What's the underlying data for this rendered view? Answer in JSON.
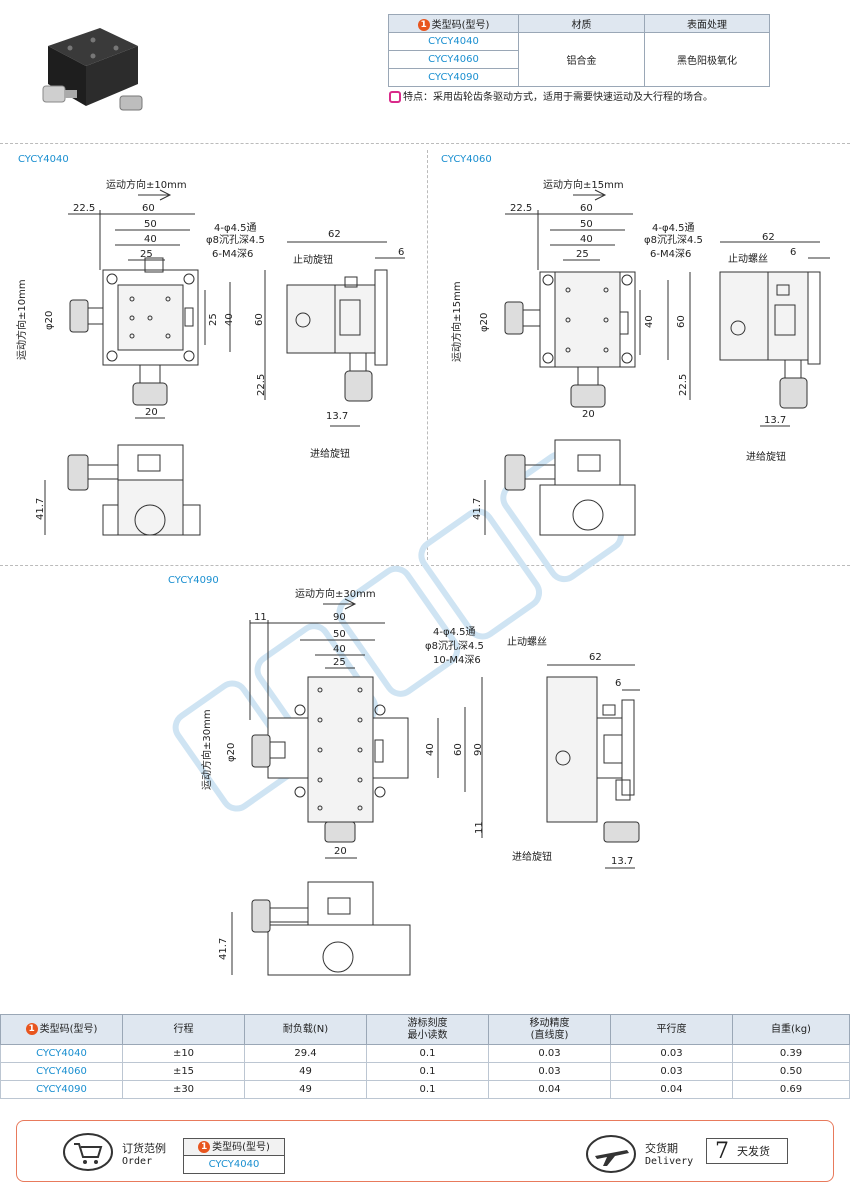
{
  "header_table": {
    "col_model": "类型码(型号)",
    "col_material": "材质",
    "col_surface": "表面处理",
    "models": [
      "CYCY4040",
      "CYCY4060",
      "CYCY4090"
    ],
    "material": "铝合金",
    "surface": "黑色阳极氧化"
  },
  "feature": "特点：采用齿轮齿条驱动方式，适用于需要快速运动及大行程的场合。",
  "drawings": {
    "d4040": {
      "title": "CYCY4040",
      "motion": "运动方向±10mm",
      "motion_side": "运动方向±10mm",
      "dims": {
        "a": "22.5",
        "b": "60",
        "c": "50",
        "d": "40",
        "e": "25",
        "f": "20",
        "g": "φ20",
        "h": "25",
        "i": "40",
        "j": "60",
        "k": "22.5",
        "l": "62",
        "m": "6",
        "n": "13.7",
        "o": "41.7"
      },
      "notes": [
        "4-φ4.5通",
        "φ8沉孔深4.5",
        "6-M4深6"
      ],
      "lock": "止动旋钮",
      "feed": "进给旋钮"
    },
    "d4060": {
      "title": "CYCY4060",
      "motion": "运动方向±15mm",
      "motion_side": "运动方向±15mm",
      "dims": {
        "a": "22.5",
        "b": "60",
        "c": "50",
        "d": "40",
        "e": "25",
        "f": "20",
        "g": "φ20",
        "i": "40",
        "j": "60",
        "k": "22.5",
        "l": "62",
        "m": "6",
        "n": "13.7",
        "o": "41.7"
      },
      "notes": [
        "4-φ4.5通",
        "φ8沉孔深4.5",
        "6-M4深6"
      ],
      "lock": "止动螺丝",
      "feed": "进给旋钮"
    },
    "d4090": {
      "title": "CYCY4090",
      "motion": "运动方向±30mm",
      "motion_side": "运动方向±30mm",
      "dims": {
        "a": "11",
        "b": "90",
        "c": "50",
        "d": "40",
        "e": "25",
        "f": "20",
        "g": "φ20",
        "i": "40",
        "j": "60",
        "p": "90",
        "k": "11",
        "l": "62",
        "m": "6",
        "n": "13.7",
        "o": "41.7"
      },
      "notes": [
        "4-φ4.5通",
        "φ8沉孔深4.5",
        "10-M4深6"
      ],
      "lock": "止动螺丝",
      "feed": "进给旋钮"
    }
  },
  "perf_table": {
    "headers": [
      "类型码(型号)",
      "行程",
      "耐负载(N)",
      "游标刻度\n最小读数",
      "移动精度\n(直线度)",
      "平行度",
      "自重(kg)"
    ],
    "rows": [
      [
        "CYCY4040",
        "±10",
        "29.4",
        "0.1",
        "0.03",
        "0.03",
        "0.39"
      ],
      [
        "CYCY4060",
        "±15",
        "49",
        "0.1",
        "0.03",
        "0.03",
        "0.50"
      ],
      [
        "CYCY4090",
        "±30",
        "49",
        "0.1",
        "0.04",
        "0.04",
        "0.69"
      ]
    ]
  },
  "footer": {
    "order_cn": "订货范例",
    "order_en": "Order",
    "order_head": "类型码(型号)",
    "order_value": "CYCY4040",
    "delivery_cn": "交货期",
    "delivery_en": "Delivery",
    "delivery_num": "7",
    "delivery_txt": "天发货"
  },
  "badge_num": "1"
}
